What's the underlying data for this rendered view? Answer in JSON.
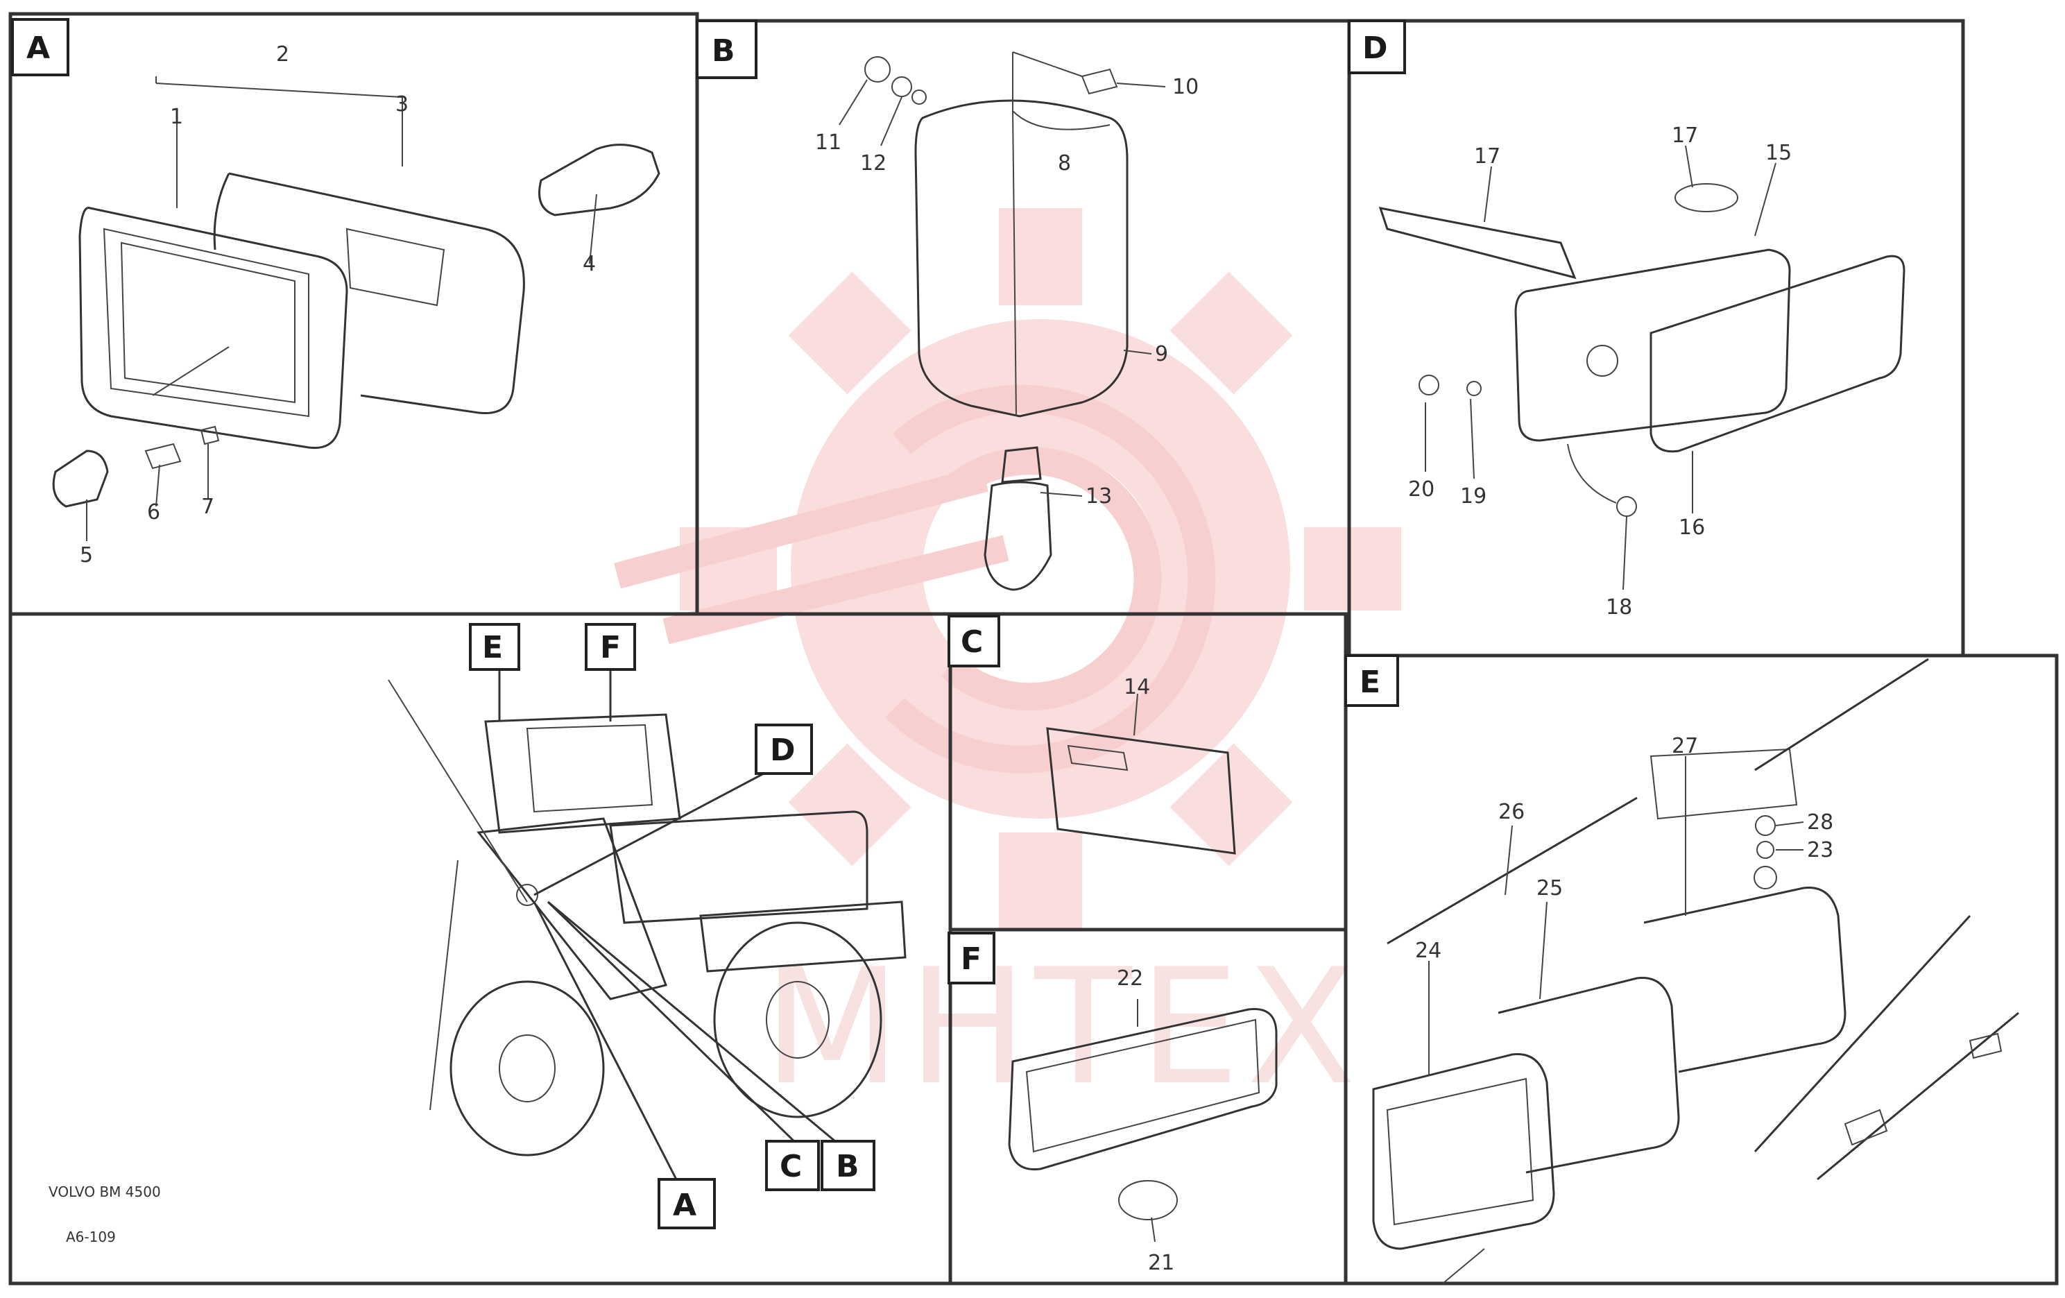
{
  "panels": {
    "A": {
      "letter": "A",
      "callouts": {
        "c2": "2",
        "c1": "1",
        "c3": "3",
        "c4": "4",
        "c5": "5",
        "c6": "6",
        "c7": "7"
      }
    },
    "B": {
      "letter": "B",
      "callouts": {
        "c10": "10",
        "c11": "11",
        "c12": "12",
        "c13": "13",
        "c8": "8",
        "c9": "9"
      }
    },
    "D": {
      "letter": "D",
      "callouts": {
        "c17": "17",
        "c17b": "17",
        "c15": "15",
        "c20": "20",
        "c19": "19",
        "c16": "16",
        "c18": "18"
      }
    },
    "overview": {
      "tags": {
        "E": "E",
        "F": "F",
        "D": "D",
        "C": "C",
        "B": "B",
        "A": "A"
      },
      "stamp_line1": "VOLVO BM 4500",
      "stamp_line2": "A6-109"
    },
    "C": {
      "letter": "C",
      "callouts": {
        "c14": "14"
      }
    },
    "F": {
      "letter": "F",
      "callouts": {
        "c22": "22",
        "c21": "21"
      }
    },
    "E": {
      "letter": "E",
      "callouts": {
        "c27": "27",
        "c26": "26",
        "c25": "25",
        "c24": "24",
        "c28": "28",
        "c23": "23"
      }
    }
  },
  "watermark": {
    "text": "MHTEX",
    "color": "#f4b4b4"
  },
  "colors": {
    "ink": "#333333",
    "watermark": "#f6c3c3",
    "background": "#ffffff"
  }
}
